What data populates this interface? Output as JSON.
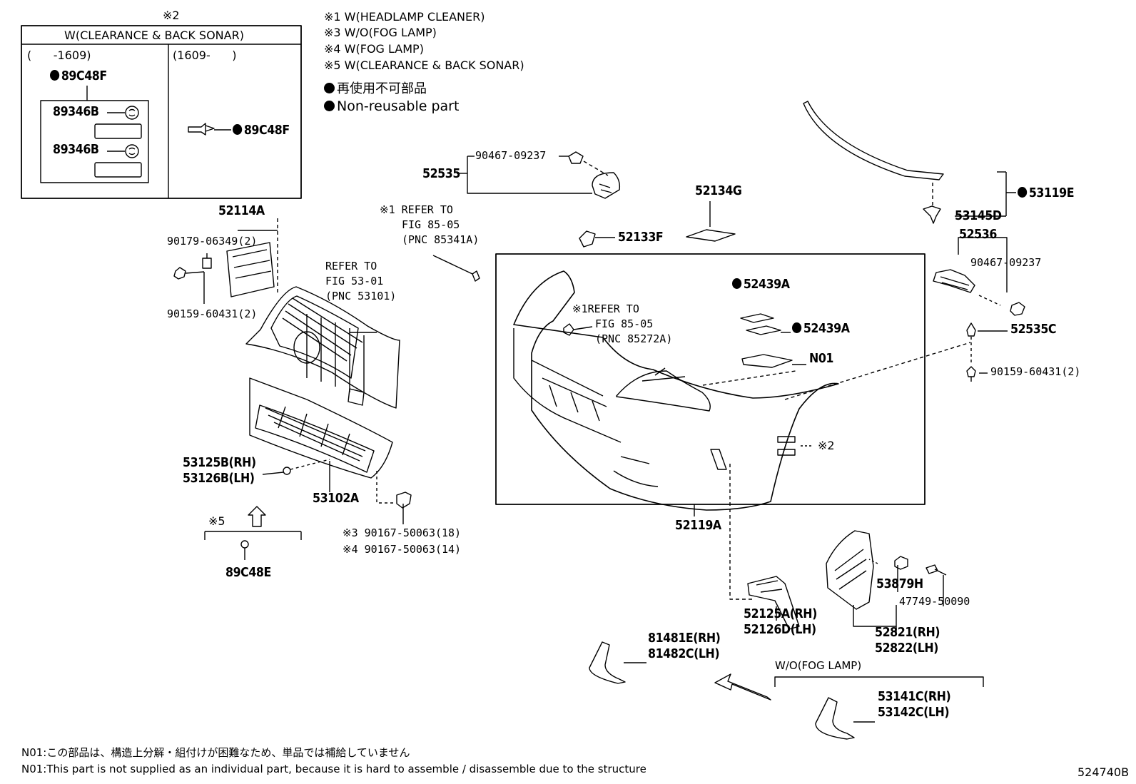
{
  "diagram_id": "524740B",
  "legend": {
    "notes": [
      "※1 W(HEADLAMP CLEANER)",
      "※3 W/O(FOG LAMP)",
      "※4 W(FOG LAMP)",
      "※5 W(CLEARANCE & BACK SONAR)"
    ],
    "non_reusable_jp": "再使用不可部品",
    "non_reusable_en": "Non-reusable part"
  },
  "inset": {
    "mark": "※2",
    "title": "W(CLEARANCE & BACK SONAR)",
    "left_period": "(      -1609)",
    "right_period": "(1609-      )",
    "left_top_part": "89C48F",
    "left_part_1": "89346B",
    "left_part_2": "89346B",
    "right_part": "89C48F"
  },
  "parts": {
    "p52114A": "52114A",
    "p90179": "90179-06349(2)",
    "p90159a": "90159-60431(2)",
    "refer_grille": [
      "REFER TO",
      "FIG 53-01",
      "(PNC 53101)"
    ],
    "refer_85341": [
      "※1 REFER TO",
      "FIG 85-05",
      "(PNC 85341A)"
    ],
    "refer_85272": [
      "※1REFER TO",
      "FIG 85-05",
      "(PNC 85272A)"
    ],
    "p53125B": "53125B(RH)",
    "p53126B": "53126B(LH)",
    "p53102A": "53102A",
    "p90167_3": "※3 90167-50063(18)",
    "p90167_4": "※4 90167-50063(14)",
    "mark5": "※5",
    "p89C48E": "89C48E",
    "p52535": "52535",
    "p90467a": "90467-09237",
    "p52133F": "52133F",
    "p52134G": "52134G",
    "p52439A_1": "52439A",
    "p52439A_2": "52439A",
    "pN01": "N01",
    "mark2": "※2",
    "p52119A": "52119A",
    "p53119E": "53119E",
    "p53145D": "53145D",
    "p52536": "52536",
    "p90467b": "90467-09237",
    "p52535C": "52535C",
    "p90159b": "90159-60431(2)",
    "p52125A": "52125A(RH)",
    "p52126D": "52126D(LH)",
    "p53879H": "53879H",
    "p47749": "47749-50090",
    "p52821": "52821(RH)",
    "p52822": "52822(LH)",
    "p81481E": "81481E(RH)",
    "p81482C": "81482C(LH)",
    "wo_fog": "W/O(FOG LAMP)",
    "p53141C": "53141C(RH)",
    "p53142C": "53142C(LH)"
  },
  "footer": {
    "n01_jp": "N01:この部品は、構造上分解・組付けが困難なため、単品では補給していません",
    "n01_en": "N01:This part is not supplied as an individual part, because it is hard to assemble / disassemble due to the structure"
  }
}
